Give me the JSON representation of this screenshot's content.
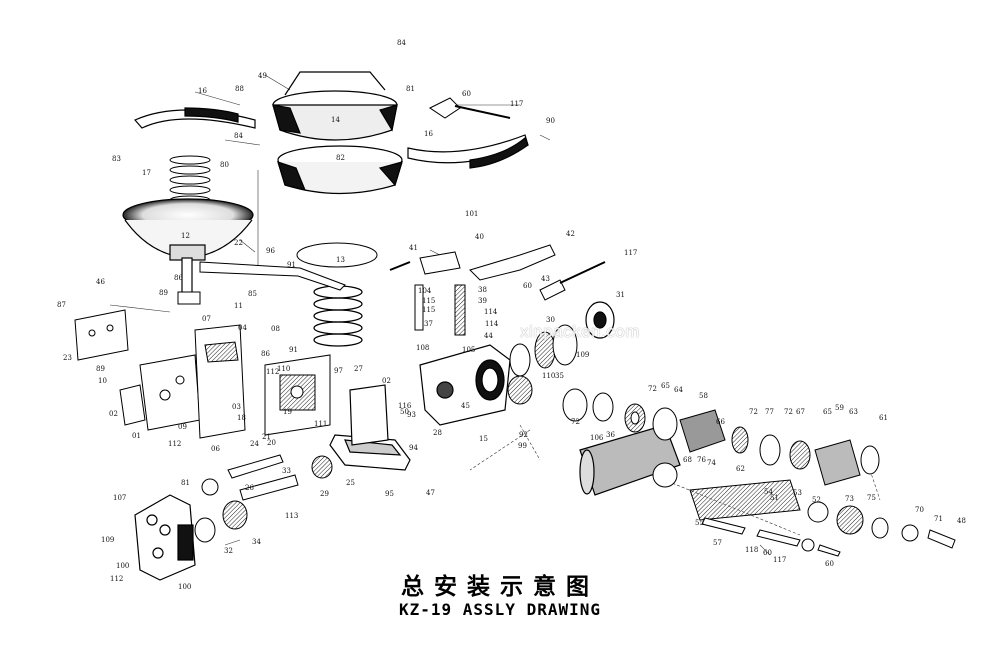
{
  "title": {
    "chinese": "总安装示意图",
    "english": "KZ-19 ASSLY DRAWING"
  },
  "watermark": "xinpacken.com",
  "part_labels": [
    "84",
    "49",
    "81",
    "88",
    "60",
    "117",
    "16",
    "14",
    "90",
    "84",
    "16",
    "83",
    "17",
    "80",
    "82",
    "12",
    "22",
    "96",
    "91",
    "13",
    "41",
    "101",
    "40",
    "42",
    "117",
    "86",
    "85",
    "46",
    "89",
    "11",
    "07",
    "04",
    "08",
    "91",
    "86",
    "87",
    "23",
    "89",
    "10",
    "02",
    "01",
    "09",
    "06",
    "03",
    "18",
    "20",
    "21",
    "19",
    "24",
    "111",
    "112",
    "110",
    "97",
    "93",
    "94",
    "25",
    "116",
    "28",
    "47",
    "95",
    "43",
    "60",
    "104",
    "115",
    "38",
    "39",
    "115",
    "114",
    "37",
    "114",
    "44",
    "108",
    "31",
    "30",
    "105",
    "109",
    "35",
    "110",
    "45",
    "15",
    "99",
    "72",
    "65",
    "64",
    "58",
    "66",
    "72",
    "77",
    "72",
    "67",
    "65",
    "59",
    "63",
    "61",
    "72",
    "106",
    "36",
    "51",
    "55",
    "57",
    "68",
    "76",
    "74",
    "62",
    "54",
    "53",
    "52",
    "73",
    "75",
    "70",
    "71",
    "48",
    "118",
    "60",
    "117",
    "60",
    "81",
    "26",
    "33",
    "113",
    "29",
    "107",
    "34",
    "32",
    "109",
    "100",
    "112",
    "100",
    "112",
    "02",
    "27",
    "50",
    "92",
    "98"
  ]
}
